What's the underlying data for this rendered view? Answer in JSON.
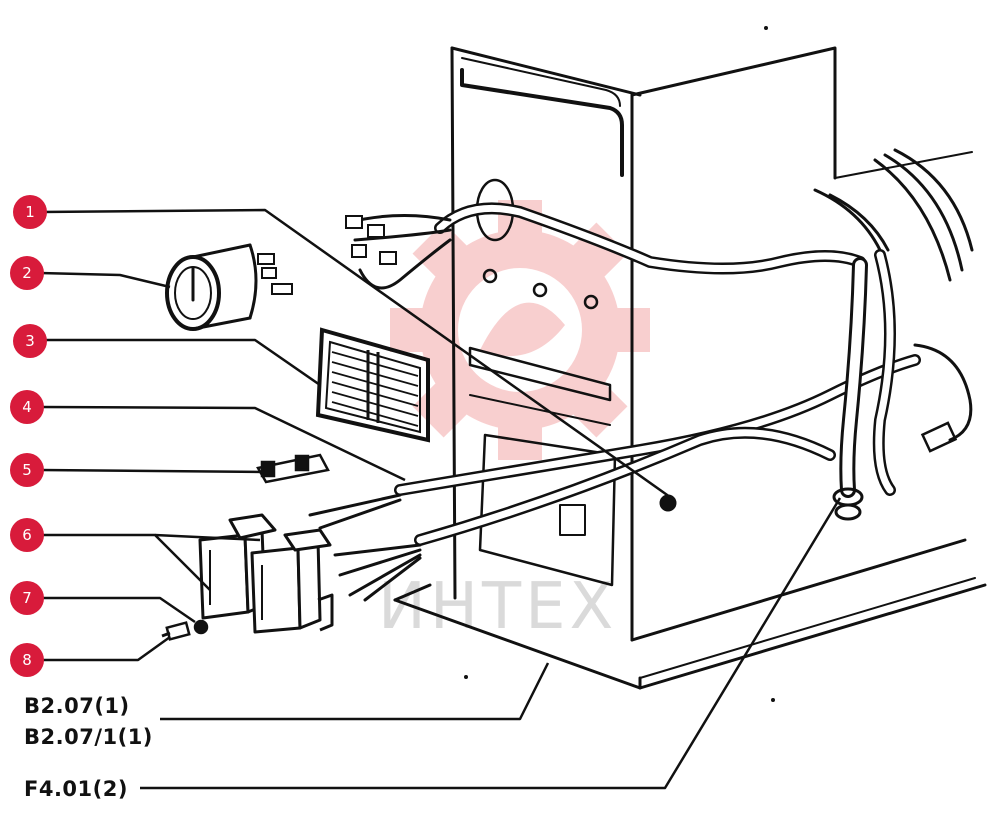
{
  "watermark": {
    "text": "ИНТЕХ",
    "color": "#c9c9c9",
    "logo_color": "#f2b8b8"
  },
  "palette": {
    "ink": "#111111",
    "callout": "#d81b3b"
  },
  "callouts": [
    {
      "number": "1"
    },
    {
      "number": "2"
    },
    {
      "number": "3"
    },
    {
      "number": "4"
    },
    {
      "number": "5"
    },
    {
      "number": "6"
    },
    {
      "number": "7"
    },
    {
      "number": "8"
    }
  ],
  "references": [
    {
      "code": "B2.07(1)"
    },
    {
      "code": "B2.07/1(1)"
    },
    {
      "code": "F4.01(2)"
    }
  ]
}
